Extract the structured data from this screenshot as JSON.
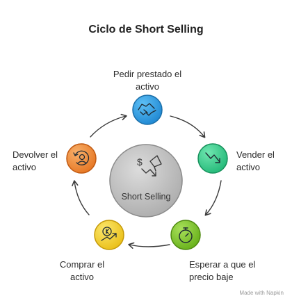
{
  "title": "Ciclo de Short Selling",
  "center_label": "Short Selling",
  "steps": [
    {
      "label": "Pedir prestado el activo",
      "icon": "handshake-icon",
      "color": "#2d9ce0"
    },
    {
      "label": "Vender el activo",
      "icon": "trending-down-icon",
      "color": "#2fcf8a"
    },
    {
      "label": "Esperar a que el precio baje",
      "icon": "stopwatch-icon",
      "color": "#7ec628"
    },
    {
      "label": "Comprar el activo",
      "icon": "currency-up-icon",
      "color": "#f2d02a"
    },
    {
      "label": "Devolver el activo",
      "icon": "return-person-icon",
      "color": "#f08a33"
    }
  ],
  "footer": "Made with Napkin"
}
